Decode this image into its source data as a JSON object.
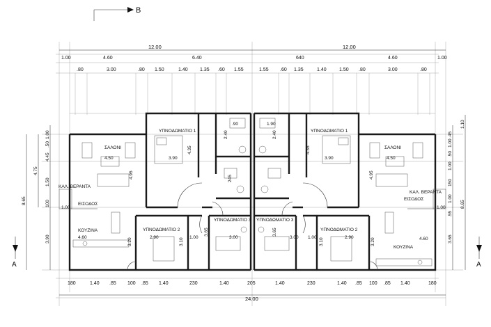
{
  "section_marks": {
    "top": "B",
    "left": "A",
    "right": "A"
  },
  "top_dims": {
    "overall": [
      "12.00",
      "12.00"
    ],
    "level2": [
      "1.00",
      "4.60",
      "6.40",
      "640",
      "4.60",
      "1.00"
    ],
    "level3_left": [
      ".80",
      "3.00",
      ".80",
      "1.50",
      "1.40",
      "1.35",
      ".60",
      "1.55"
    ],
    "level3_right": [
      "1.55",
      ".60",
      "1.35",
      "1.40",
      "1.50",
      ".80",
      "3.00",
      ".80"
    ]
  },
  "bottom_dims": {
    "segments": [
      "180",
      "1.40",
      ".85",
      "100",
      ".85",
      "1.40",
      "230",
      "1.40",
      "205",
      "1.40",
      "230",
      "1.40",
      ".85",
      "100",
      ".85",
      "1.40",
      "180"
    ],
    "overall": "24.00"
  },
  "left_dims": {
    "outer": "8.65",
    "middle": "4.75",
    "inner": [
      "1.00",
      ".50",
      "4.45",
      "1.50",
      "100",
      "3.90"
    ]
  },
  "right_dims": {
    "outer": "8.65",
    "top": "1.10",
    "inner": [
      ".45",
      "1.00",
      ".50",
      "1.00",
      "150",
      "1.00",
      ".55",
      "3.65"
    ]
  },
  "rooms_left": {
    "saloni": "ΣΑΛΟΝΙ",
    "bedroom1": "ΥΠΝΟΔΩΜΑΤΙΟ 1",
    "bedroom2": "ΥΠΝΟΔΩΜΑΤΙΟ 2",
    "bedroom3": "ΥΠΝΟΔΩΜΑΤΙΟ 3",
    "entrance": "ΕΙΣΟΔΟΣ",
    "kitchen": "ΚΟΥΖΙΝΑ",
    "veranda": "ΚΑΛ. ΒΕΡΑΝΤΑ"
  },
  "rooms_right": {
    "saloni": "ΣΑΛΟΝΙ",
    "bedroom1": "ΥΠΝΟΔΩΜΑΤΙΟ 1",
    "bedroom2": "ΥΠΝΟΔΩΜΑΤΙΟ 2",
    "bedroom3": "ΥΠΝΟΔΩΜΑΤΙΟ 3",
    "entrance": "ΕΙΣΟΔΟΣ",
    "kitchen": "ΚΟΥΖΙΝΑ",
    "veranda": "ΚΑΛ. ΒΕΡΑΝΤΑ"
  },
  "interior_dims_left": [
    "4.50",
    "3.90",
    "4.35",
    "4.95",
    "2.40",
    ".90",
    "245",
    "1.00",
    "4.60",
    "2.90",
    "3.20",
    "3.10",
    "3.65",
    "1.00",
    "3.00"
  ],
  "interior_dims_right": [
    "4.50",
    "3.90",
    "4.35",
    "4.95",
    "2.40",
    "1.90",
    "1.00",
    "4.60",
    "2.90",
    "3.20",
    "3.10",
    "3.65",
    "1.00",
    "3.00"
  ]
}
